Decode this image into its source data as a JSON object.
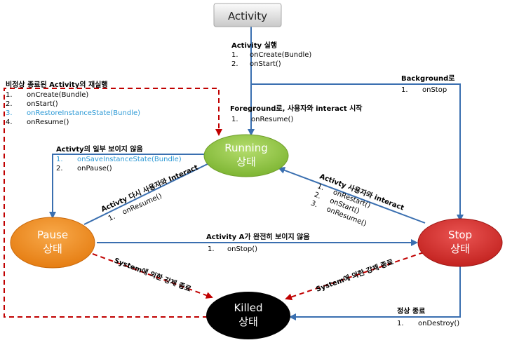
{
  "nodes": {
    "activity": {
      "label": "Activity"
    },
    "running": {
      "line1": "Running",
      "line2": "상태"
    },
    "pause": {
      "line1": "Pause",
      "line2": "상태"
    },
    "stop": {
      "line1": "Stop",
      "line2": "상태"
    },
    "killed": {
      "line1": "Killed",
      "line2": "상태"
    }
  },
  "annotations": {
    "launch": {
      "title": "Activity 실행",
      "items": [
        "onCreate(Bundle)",
        "onStart()"
      ]
    },
    "restart_after_kill": {
      "title": "비정상 종료된 Activity의 재실행",
      "items": [
        "onCreate(Bundle)",
        "onStart()",
        "onRestoreInstanceState(Bundle)",
        "onResume()"
      ]
    },
    "background": {
      "title": "Background로",
      "items": [
        "onStop"
      ]
    },
    "foreground": {
      "title": "Foreground로, 사용자와 interact 시작",
      "items": [
        "onResume()"
      ]
    },
    "partially_hidden": {
      "title": "Activty의 일부 보이지 않음",
      "items": [
        "onSaveInstanceState(Bundle)",
        "onPause()"
      ]
    },
    "resume_interact": {
      "title": "Activty 다시 사용자와 Interact",
      "items": [
        "onResume()"
      ]
    },
    "restart_interact": {
      "title": "Activty 사용자와 interact",
      "items": [
        "onRestart()",
        "onStart()",
        "onResume()"
      ]
    },
    "fully_hidden": {
      "title": "Activity A가 완전히 보이지 않음",
      "items": [
        "onStop()"
      ]
    },
    "kill_from_pause": {
      "title": "System에 의한 강제 종료"
    },
    "kill_from_stop": {
      "title": "System에 의한 강제 종료"
    },
    "normal_exit": {
      "title": "정상 종료",
      "items": [
        "onDestroy()"
      ]
    }
  },
  "colors": {
    "arrow_blue": "#3a6fb0",
    "dashed_red": "#c00000",
    "callback_blue": "#2e9ad6",
    "running_green": "#8dc63f",
    "pause_orange": "#f08a1c",
    "stop_red": "#d9322f",
    "killed_black": "#000000"
  }
}
